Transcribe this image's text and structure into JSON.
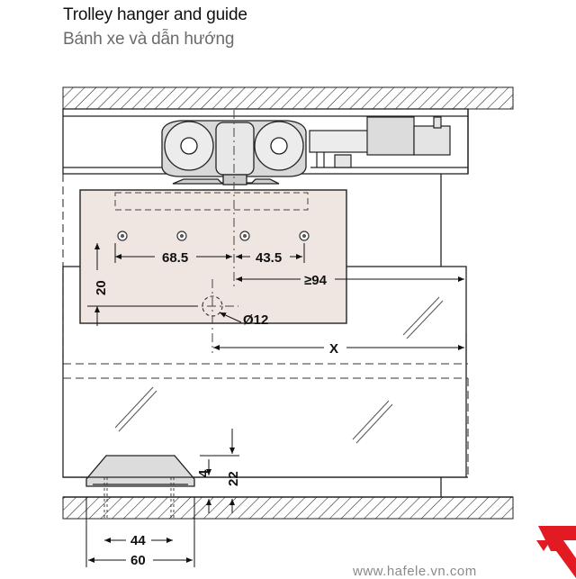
{
  "header": {
    "title": "Trolley hanger and guide",
    "subtitle": "Bánh xe và dẫn hướng"
  },
  "dimensions": {
    "d1": "68.5",
    "d2": "43.5",
    "d3": "≥94",
    "d4": "20",
    "d5": "Ø12",
    "d6": "X",
    "d7": "4",
    "d8": "22",
    "d9": "44",
    "d10": "60"
  },
  "footer": {
    "watermark": "www.hafele.vn.com"
  },
  "colors": {
    "line": "#111111",
    "plate": "#efe6e2",
    "hardware": "#d9d9d9",
    "brand": "#e21b23"
  }
}
